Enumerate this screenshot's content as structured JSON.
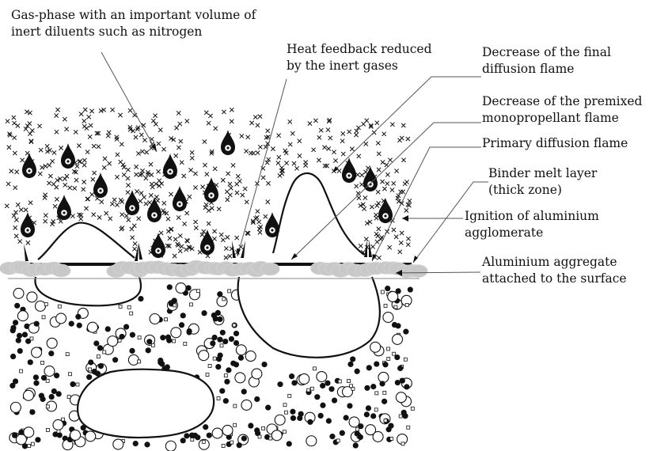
{
  "labels": {
    "gas_phase": {
      "line1": "Gas-phase with an important volume of",
      "line2": "inert diluents such as nitrogen"
    },
    "heat_feedback": {
      "line1": "Heat feedback reduced",
      "line2": "by the inert gases"
    },
    "final_flame": {
      "line1": "Decrease of the final",
      "line2": "diffusion flame"
    },
    "premixed_flame": {
      "line1": "Decrease of the premixed",
      "line2": "monopropellant flame"
    },
    "primary_flame": {
      "line1": "Primary diffusion flame"
    },
    "binder_layer": {
      "line1": "Binder melt layer",
      "line2": "(thick zone)"
    },
    "ignition": {
      "line1": "Ignition of aluminium",
      "line2": "agglomerate"
    },
    "aggregate": {
      "line1": "Aluminium aggregate",
      "line2": "attached to the surface"
    }
  },
  "colors": {
    "ink": "#111111",
    "aggregate_fill": "#c8c8c8",
    "background": "#ffffff"
  }
}
